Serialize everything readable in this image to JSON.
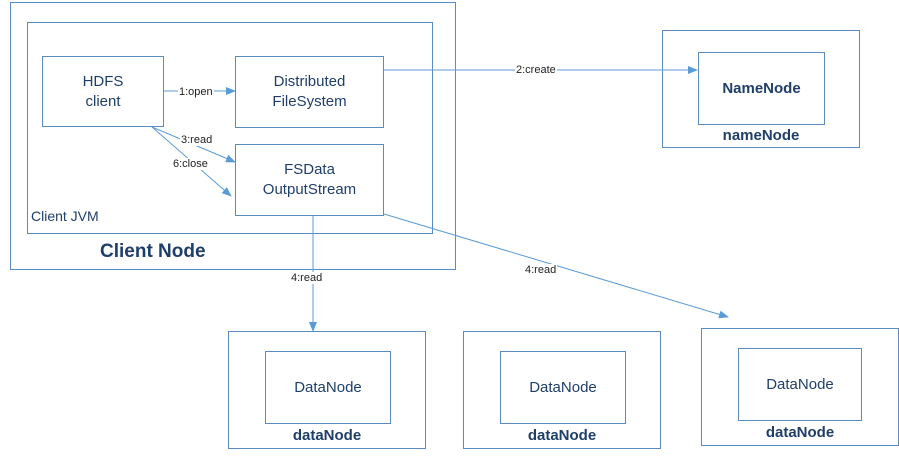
{
  "client_node": {
    "label": "Client Node",
    "jvm": {
      "label": "Client JVM",
      "hdfs_client": "HDFS\nclient",
      "distributed_fs": "Distributed\nFileSystem",
      "fsdata_stream": "FSData\nOutputStream"
    }
  },
  "name_node": {
    "inner_label": "NameNode",
    "caption": "nameNode"
  },
  "data_nodes": [
    {
      "inner_label": "DataNode",
      "caption": "dataNode"
    },
    {
      "inner_label": "DataNode",
      "caption": "dataNode"
    },
    {
      "inner_label": "DataNode",
      "caption": "dataNode"
    }
  ],
  "edges": {
    "open": "1:open",
    "create": "2:create",
    "read_stream": "3:read",
    "close": "6:close",
    "read_dn1": "4:read",
    "read_dn3": "4:read"
  },
  "colors": {
    "box_border": "#5b8bc0",
    "arrow": "#5b9bd5",
    "text": "#1f3f6a"
  }
}
